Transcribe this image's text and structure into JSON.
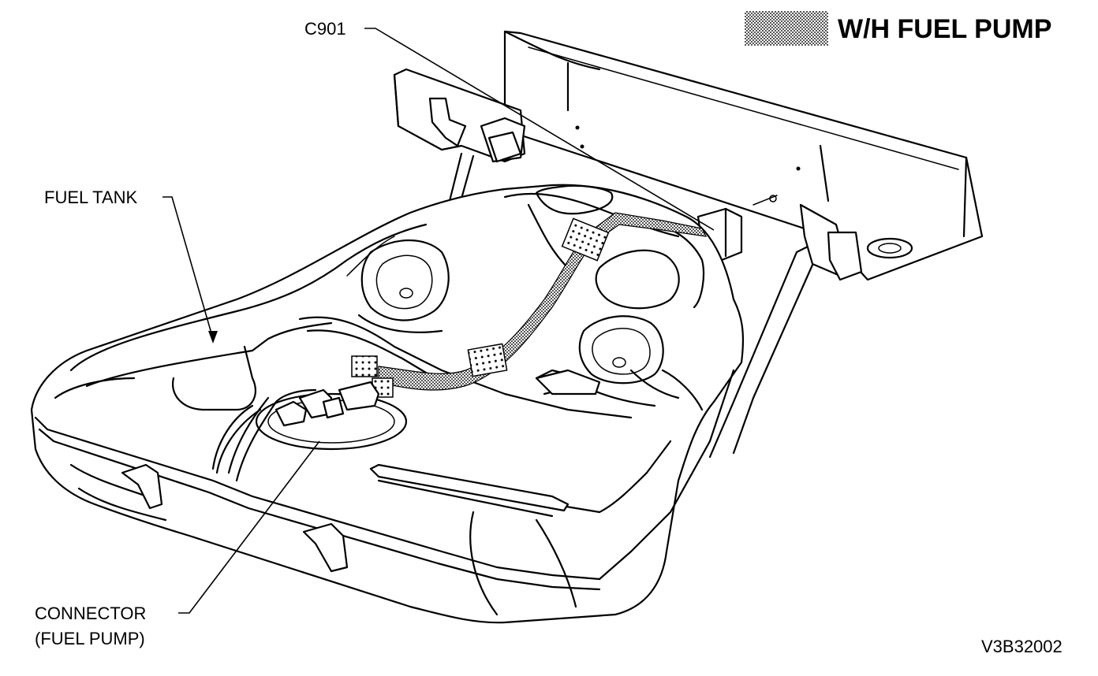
{
  "legend": {
    "swatch_color": "#8a8a8a",
    "title": "W/H FUEL PUMP"
  },
  "labels": {
    "c901": "C901",
    "fuel_tank": "FUEL TANK",
    "connector_line1": "CONNECTOR",
    "connector_line2": "(FUEL PUMP)",
    "figure_code": "V3B32002"
  }
}
